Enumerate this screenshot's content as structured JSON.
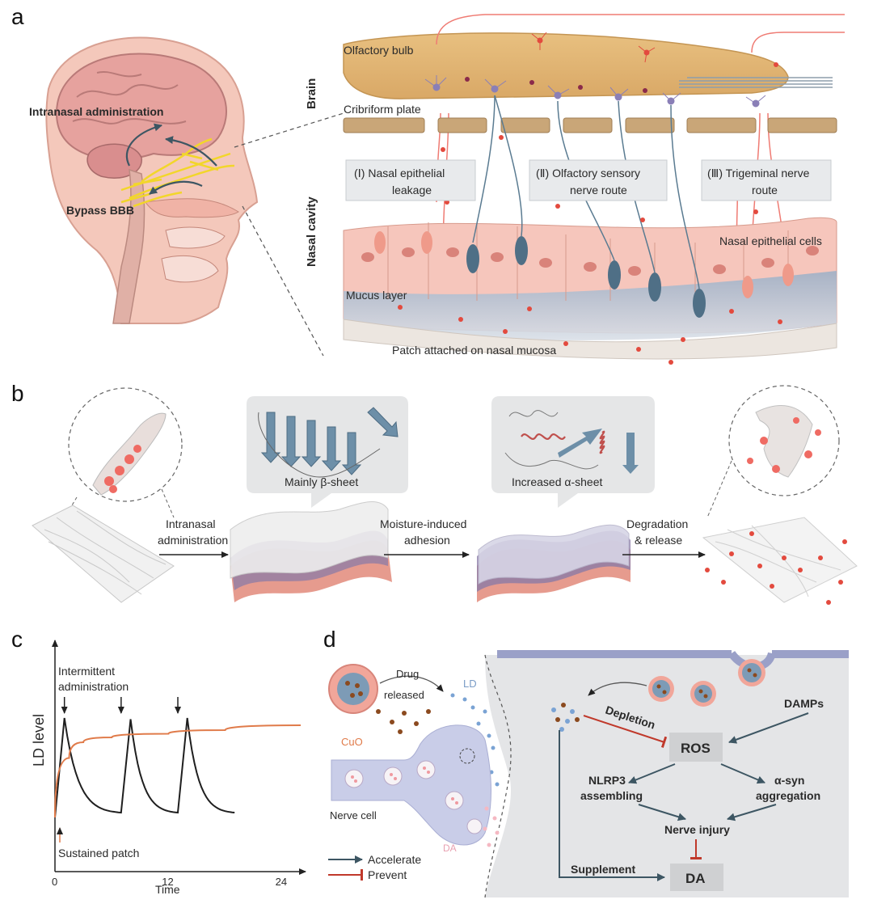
{
  "panels": {
    "a": {
      "letter": "a",
      "head_labels": {
        "intranasal": "Intranasal administration",
        "bypass": "Bypass BBB"
      },
      "side_labels": {
        "brain": "Brain",
        "nasal_cavity": "Nasal cavity"
      },
      "labels": {
        "olfactory_bulb": "Olfactory bulb",
        "cribriform_plate": "Cribriform plate",
        "nasal_epithelial_cells": "Nasal epithelial cells",
        "mucus_layer": "Mucus layer",
        "patch": "Patch attached on nasal mucosa"
      },
      "routes": [
        {
          "line1": "(Ⅰ) Nasal epithelial",
          "line2": "leakage"
        },
        {
          "line1": "(Ⅱ) Olfactory sensory",
          "line2": "nerve route"
        },
        {
          "line1": "(Ⅲ) Trigeminal nerve",
          "line2": "route"
        }
      ]
    },
    "b": {
      "letter": "b",
      "bubble1": "Mainly β-sheet",
      "bubble2": "Increased α-sheet",
      "steps": [
        {
          "line1": "Intranasal",
          "line2": "administration"
        },
        {
          "line1": "Moisture-induced",
          "line2": "adhesion"
        },
        {
          "line1": "Degradation",
          "line2": "& release"
        }
      ]
    },
    "c": {
      "letter": "c",
      "annotation_top": {
        "line1": "Intermittent",
        "line2": "administration"
      },
      "annotation_bottom": "Sustained patch",
      "colors": {
        "intermittent": "#1f1f1f",
        "patch": "#e07b4a"
      }
    },
    "d": {
      "letter": "d",
      "drug_label": {
        "line1": "Drug",
        "line2": "released"
      },
      "ld": "LD",
      "cuo": "CuO",
      "nerve_cell": "Nerve cell",
      "da_small": "DA",
      "legend": {
        "accelerate": "Accelerate",
        "prevent": "Prevent"
      },
      "nodes": {
        "damps": "DAMPs",
        "ros": "ROS",
        "depletion": "Depletion",
        "nlrp3_line1": "NLRP3",
        "nlrp3_line2": "assembling",
        "asyn_line1": "α-syn",
        "asyn_line2": "aggregation",
        "nerve_injury": "Nerve injury",
        "supplement": "Supplement",
        "da": "DA"
      },
      "colors": {
        "accelerate": "#3d5663",
        "prevent": "#c0392b"
      }
    }
  },
  "chart_data": {
    "type": "line",
    "title": "",
    "xlabel": "Time",
    "ylabel": "LD level",
    "x_ticks": [
      0,
      12,
      24
    ],
    "xlim": [
      0,
      26
    ],
    "ylim": [
      0,
      1
    ],
    "dose_times": [
      1,
      7,
      13
    ],
    "series": [
      {
        "points": [
          [
            0,
            0.06
          ],
          [
            1,
            0.88
          ],
          [
            7,
            0.1
          ],
          [
            7,
            0.1
          ],
          [
            8,
            0.87
          ],
          [
            13,
            0.1
          ],
          [
            14,
            0.88
          ],
          [
            19,
            0.1
          ]
        ]
      },
      {
        "points": [
          [
            0,
            0.06
          ],
          [
            1.5,
            0.55
          ],
          [
            3,
            0.68
          ],
          [
            6,
            0.72
          ],
          [
            12,
            0.75
          ],
          [
            18,
            0.78
          ],
          [
            26,
            0.82
          ]
        ]
      }
    ]
  }
}
